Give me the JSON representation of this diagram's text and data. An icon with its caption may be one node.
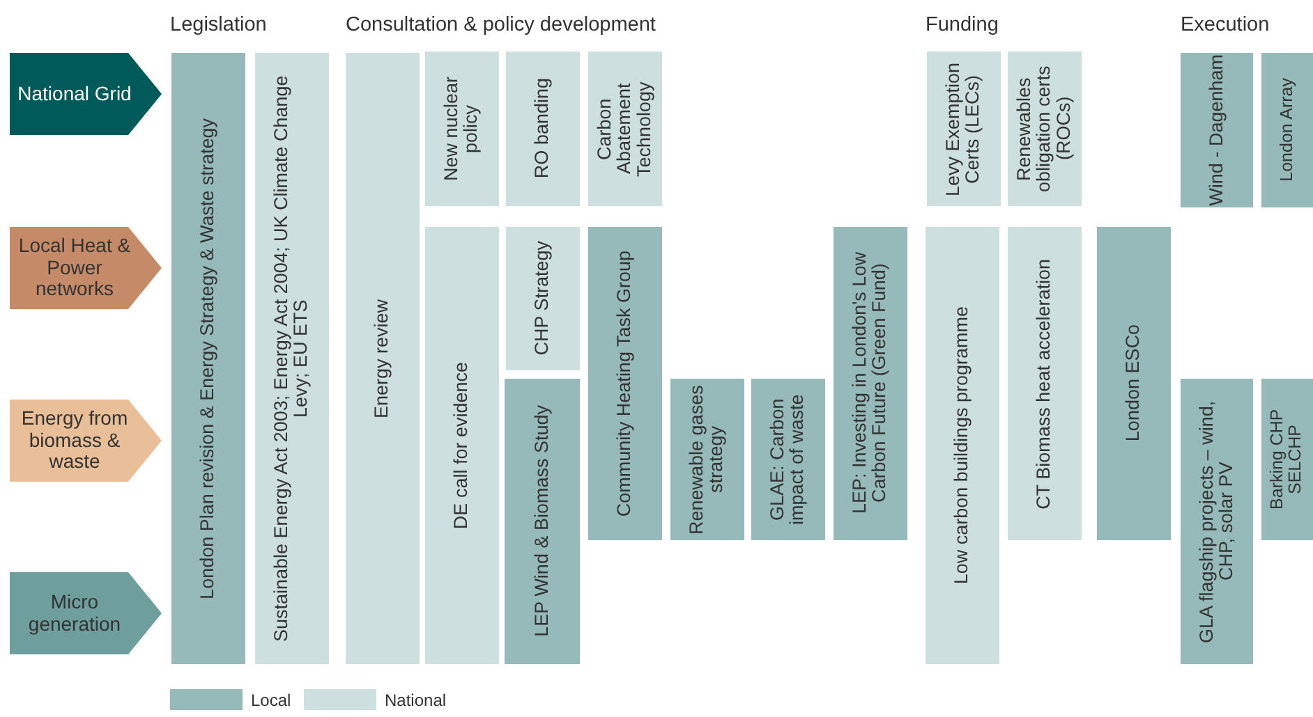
{
  "diagram": {
    "nodes": [
      {
        "text": [
          "National Grid"
        ]
      },
      {
        "text": [
          "Local Heat & Power networks"
        ]
      },
      {
        "text": [
          "Energy from biomass & waste"
        ]
      },
      {
        "text": [
          "Micro generation"
        ]
      },
      {
        "text": [
          "London Plan revision & Energy Strategy & Waste strategy"
        ]
      },
      {
        "text": [
          "Sustainable Energy Act 2003; Energy Act 2004; UK Climate Change Levy; EU ETS"
        ]
      },
      {
        "text": [
          "Energy review"
        ]
      },
      {
        "text": [
          "New nuclear policy"
        ]
      },
      {
        "text": [
          "RO banding"
        ]
      },
      {
        "text": [
          "Carbon Abatement Technology"
        ]
      },
      {
        "text": [
          "DE call for evidence"
        ]
      },
      {
        "text": [
          "CHP Strategy"
        ]
      },
      {
        "text": [
          "LEP Wind & Biomass Study"
        ]
      },
      {
        "text": [
          "Community Heating Task Group"
        ]
      },
      {
        "text": [
          "Renewable gases strategy"
        ]
      },
      {
        "text": [
          "GLAE: Carbon impact of waste"
        ]
      },
      {
        "text": [
          "LEP: Investing in London's Low Carbon Future (Green Fund)"
        ]
      },
      {
        "text": [
          "Levy Exemption Certs (LECs)"
        ]
      },
      {
        "text": [
          "Renewables obligation certs (ROCs)"
        ]
      },
      {
        "text": [
          "Low carbon buildings programme"
        ]
      },
      {
        "text": [
          "CT Biomass heat acceleration"
        ]
      },
      {
        "text": [
          "London ESCo"
        ]
      },
      {
        "text": [
          "Wind - Dagenham"
        ]
      },
      {
        "text": [
          "London Array"
        ]
      },
      {
        "text": [
          "GLA flagship projects – wind, CHP, solar PV"
        ]
      },
      {
        "text": [
          "Barking CHP SELCHP"
        ]
      }
    ],
    "labels": [
      "Legislation",
      "Consultation & policy development",
      "Funding",
      "Execution"
    ],
    "legend": [
      {
        "text": "Local",
        "color": "#96b9b9"
      },
      {
        "text": "National",
        "color": "#cde0df"
      }
    ]
  }
}
